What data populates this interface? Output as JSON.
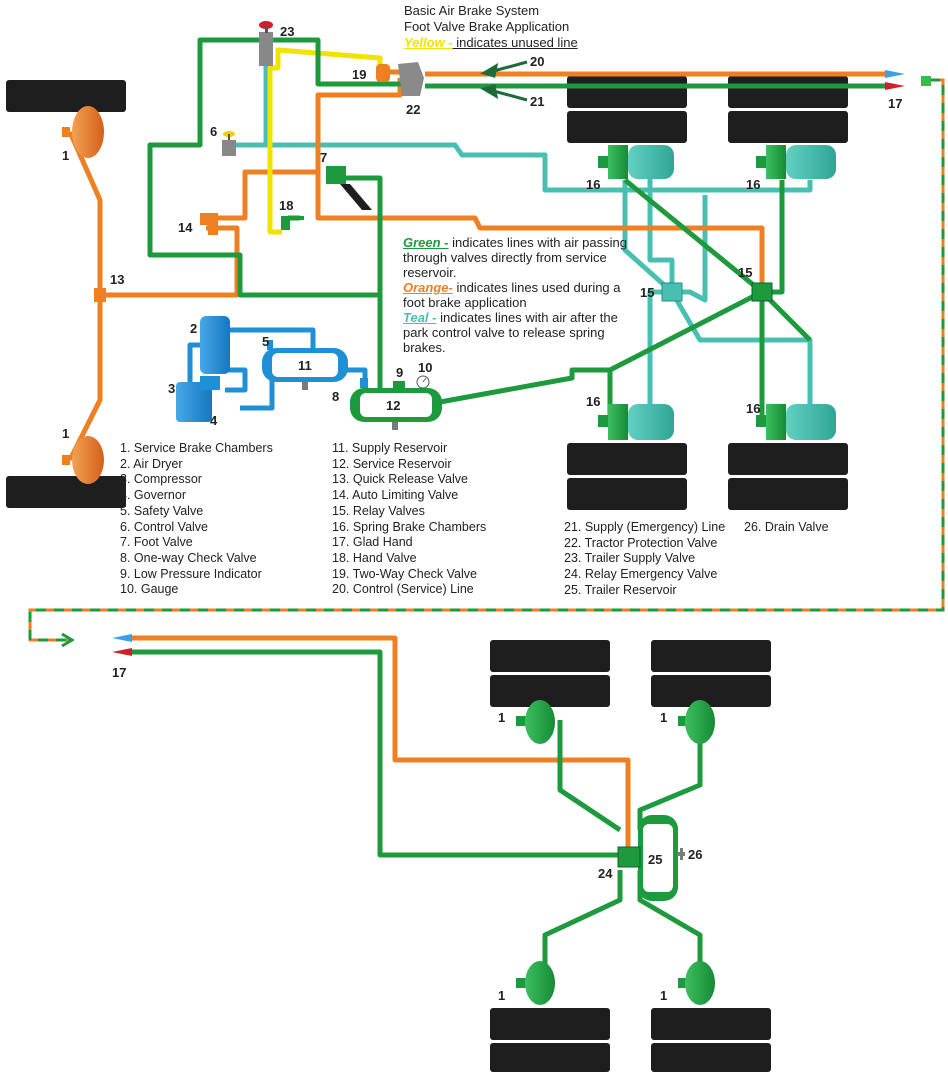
{
  "title": {
    "line1": "Basic Air Brake System",
    "line2": "Foot Valve Brake Application",
    "yellow_word": "Yellow -",
    "yellow_text": " indicates unused line"
  },
  "legend": {
    "green_word": "Green -",
    "green_text": " indicates lines with air passing through valves directly from service reservoir.",
    "orange_word": "Orange-",
    "orange_text": " indicates lines used during a foot brake application",
    "teal_word": "Teal -",
    "teal_text": " indicates lines with air after the park control valve to release spring brakes."
  },
  "colors": {
    "green": "#1d9a3d",
    "orange": "#ee7f22",
    "teal": "#47c0b2",
    "yellow": "#f2e200",
    "blue": "#1f8fd6",
    "tire": "#1e1e1e",
    "chamber_red": "#e06a18"
  },
  "component_key": {
    "col1": [
      "1. Service Brake Chambers",
      "2. Air Dryer",
      "3. Compressor",
      "4. Governor",
      "5. Safety Valve",
      "6. Control Valve",
      "7. Foot Valve",
      "8. One-way Check Valve",
      "9. Low Pressure Indicator",
      "10. Gauge"
    ],
    "col2": [
      "11. Supply Reservoir",
      "12. Service Reservoir",
      "13. Quick Release Valve",
      "14. Auto Limiting Valve",
      "15. Relay Valves",
      "16. Spring Brake Chambers",
      "17. Glad Hand",
      "18. Hand Valve",
      "19. Two-Way Check Valve",
      "20. Control (Service) Line"
    ],
    "col3": [
      "21. Supply (Emergency) Line",
      "22. Tractor Protection Valve",
      "23. Trailer Supply Valve",
      "24. Relay Emergency Valve",
      "25. Trailer Reservoir"
    ],
    "col4": [
      "26. Drain Valve"
    ]
  },
  "callouts": {
    "n1_front_top": "1",
    "n1_front_bottom": "1",
    "n2": "2",
    "n3": "3",
    "n4": "4",
    "n5": "5",
    "n6": "6",
    "n7": "7",
    "n8": "8",
    "n9": "9",
    "n10": "10",
    "n11": "11",
    "n12": "12",
    "n13": "13",
    "n14": "14",
    "n15_left": "15",
    "n15_right": "15",
    "n16_tl": "16",
    "n16_tr": "16",
    "n16_bl": "16",
    "n16_br": "16",
    "n17_tractor": "17",
    "n17_trailer": "17",
    "n18": "18",
    "n19": "19",
    "n20": "20",
    "n21": "21",
    "n22": "22",
    "n23": "23",
    "n24": "24",
    "n25": "25",
    "n26": "26",
    "n1_tr_tl": "1",
    "n1_tr_tr": "1",
    "n1_tr_bl": "1",
    "n1_tr_br": "1"
  }
}
